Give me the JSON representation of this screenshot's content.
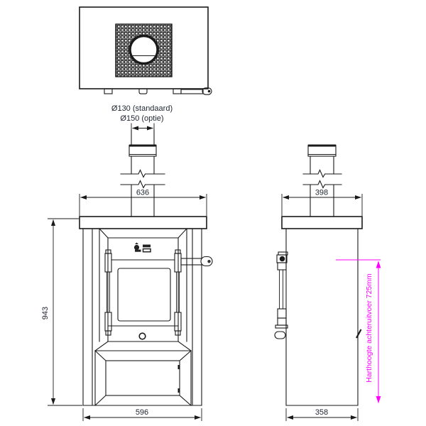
{
  "labels": {
    "flue_standard": "Ø130 (standaard)",
    "flue_option": "Ø150 (optie)",
    "front_top_width": "636",
    "front_height": "943",
    "front_bottom_width": "596",
    "side_top_width": "398",
    "side_bottom_width": "358",
    "rear_outlet_height": "Harthoogte achteruitvoer 725mm"
  },
  "colors": {
    "line": "#1a1a1a",
    "dimension_text": "#1f2430",
    "accent_magenta": "#ff00ff",
    "background": "#ffffff"
  },
  "icons": {
    "brand_logo": "stove-brand-logo",
    "flue_grate": "flue-grate-pattern",
    "break_symbol": "pipe-break-symbol"
  }
}
